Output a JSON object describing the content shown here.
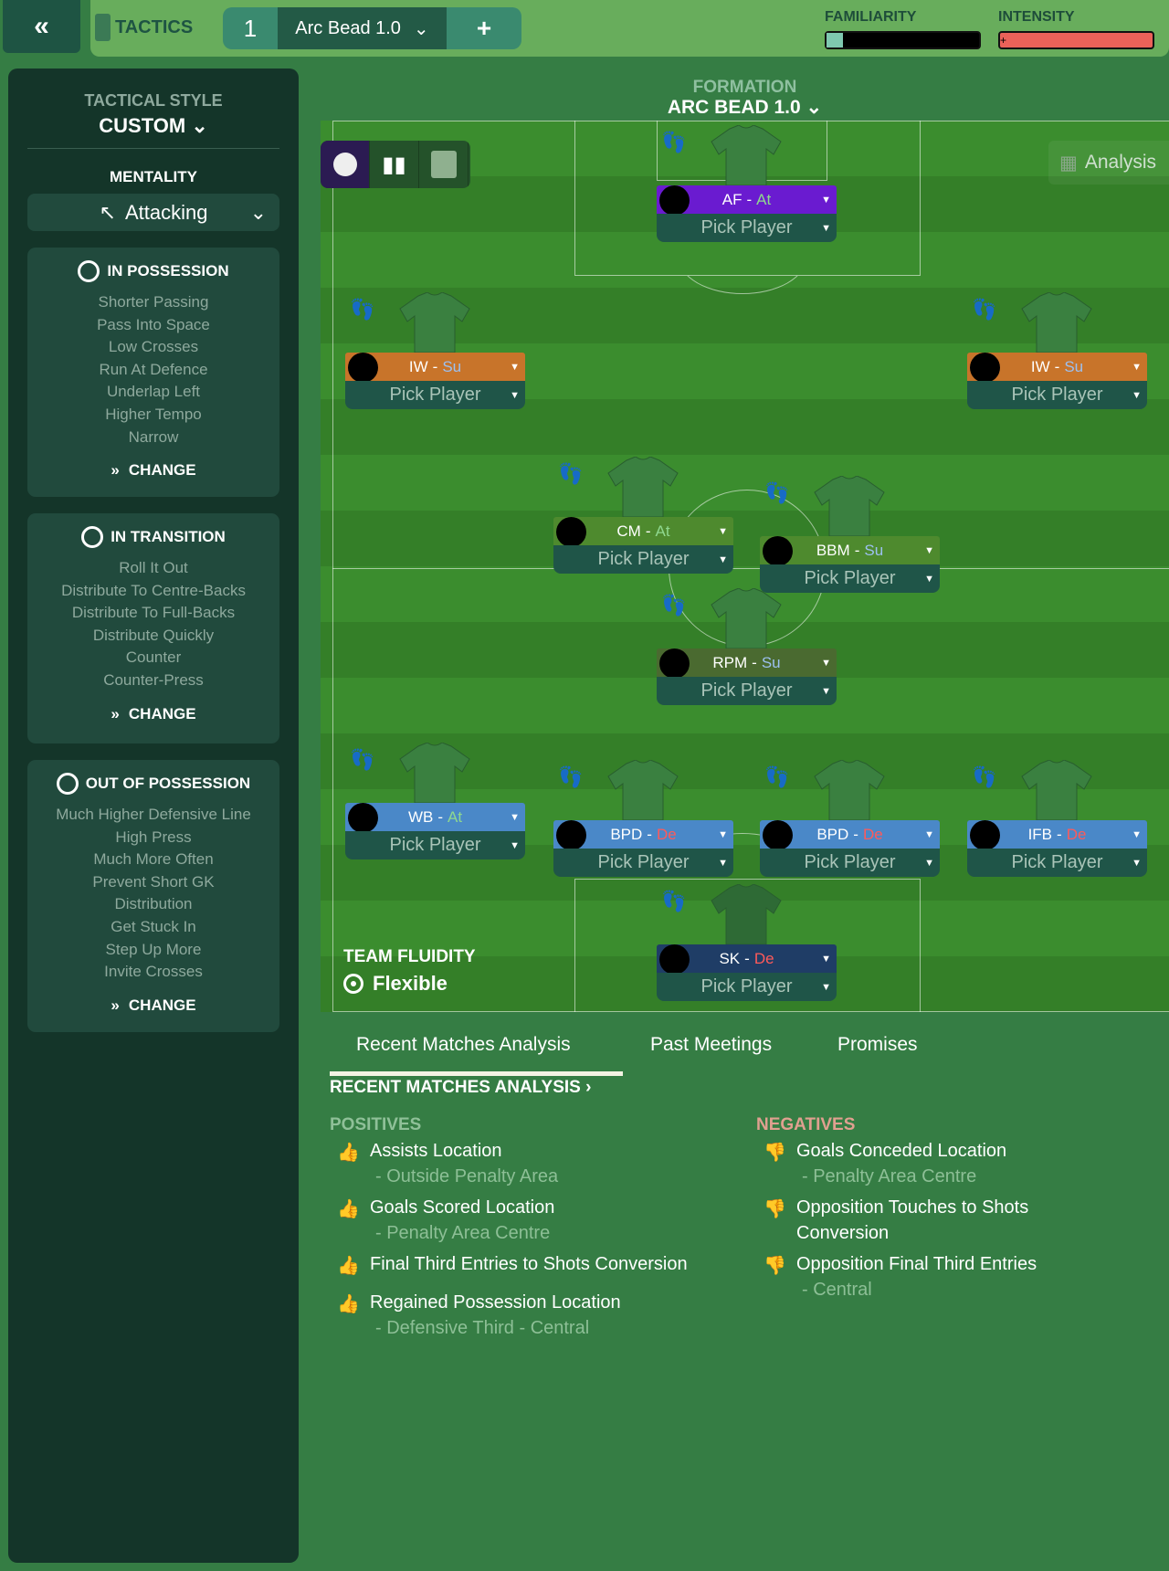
{
  "topbar": {
    "back_icon": "double-chevron-left-icon",
    "tactics_label": "TACTICS",
    "tactic_slot": "1",
    "tactic_name": "Arc Bead 1.0",
    "add_label": "+",
    "familiarity_label": "FAMILIARITY",
    "intensity_label": "INTENSITY",
    "familiarity_fraction": 0.05,
    "intensity_fraction": 0.95
  },
  "sidebar": {
    "style_label": "TACTICAL STYLE",
    "style_value": "CUSTOM",
    "mentality_label": "MENTALITY",
    "mentality_value": "Attacking",
    "sections": [
      {
        "title": "IN POSSESSION",
        "items": [
          "Shorter Passing",
          "Pass Into Space",
          "Low Crosses",
          "Run At Defence",
          "Underlap Left",
          "Higher Tempo",
          "Narrow"
        ],
        "change": "CHANGE"
      },
      {
        "title": "IN TRANSITION",
        "items": [
          "Roll It Out",
          "Distribute To Centre-Backs",
          "Distribute To Full-Backs",
          "Distribute Quickly",
          "Counter",
          "Counter-Press"
        ],
        "change": "CHANGE"
      },
      {
        "title": "OUT OF POSSESSION",
        "items": [
          "Much Higher Defensive Line",
          "High Press",
          "Much More Often",
          "Prevent Short GK",
          "Distribution",
          "Get Stuck In",
          "Step Up More",
          "Invite Crosses"
        ],
        "change": "CHANGE"
      }
    ]
  },
  "formation": {
    "label": "FORMATION",
    "name": "ARC BEAD 1.0",
    "analysis": "Analysis",
    "fluidity_label": "TEAM FLUIDITY",
    "fluidity_value": "Flexible"
  },
  "players": [
    {
      "role": "AF",
      "duty": "At",
      "pick": "Pick Player",
      "color": "#6a1bd0",
      "duty_color": "#8fd88f"
    },
    {
      "role": "IW",
      "duty": "Su",
      "pick": "Pick Player",
      "color": "#c8742a",
      "duty_color": "#9cc0f0"
    },
    {
      "role": "IW",
      "duty": "Su",
      "pick": "Pick Player",
      "color": "#c8742a",
      "duty_color": "#9cc0f0"
    },
    {
      "role": "CM",
      "duty": "At",
      "pick": "Pick Player",
      "color": "#4e8a2e",
      "duty_color": "#8fd88f"
    },
    {
      "role": "BBM",
      "duty": "Su",
      "pick": "Pick Player",
      "color": "#4e8a2e",
      "duty_color": "#9cc0f0"
    },
    {
      "role": "RPM",
      "duty": "Su",
      "pick": "Pick Player",
      "color": "#4a6a30",
      "duty_color": "#9cc0f0"
    },
    {
      "role": "WB",
      "duty": "At",
      "pick": "Pick Player",
      "color": "#4a88c8",
      "duty_color": "#8fd88f"
    },
    {
      "role": "BPD",
      "duty": "De",
      "pick": "Pick Player",
      "color": "#4a88c8",
      "duty_color": "#ff5a5a"
    },
    {
      "role": "BPD",
      "duty": "De",
      "pick": "Pick Player",
      "color": "#4a88c8",
      "duty_color": "#ff5a5a"
    },
    {
      "role": "IFB",
      "duty": "De",
      "pick": "Pick Player",
      "color": "#4a88c8",
      "duty_color": "#ff5a5a"
    },
    {
      "role": "SK",
      "duty": "De",
      "pick": "Pick Player",
      "color": "#1f3d66",
      "duty_color": "#ff5a5a"
    }
  ],
  "tabs": [
    "Recent Matches Analysis",
    "Past Meetings",
    "Promises"
  ],
  "analysis": {
    "heading": "RECENT MATCHES ANALYSIS ›",
    "positives_label": "POSITIVES",
    "negatives_label": "NEGATIVES",
    "positives": [
      {
        "title": "Assists Location",
        "sub": "- Outside Penalty Area",
        "color": "#5cb85c"
      },
      {
        "title": "Goals Scored Location",
        "sub": "- Penalty Area Centre",
        "color": "#5cb85c"
      },
      {
        "title": "Final Third Entries to Shots Conversion",
        "sub": "",
        "color": "#6cc040"
      },
      {
        "title": "Regained Possession Location",
        "sub": "- Defensive Third - Central",
        "color": "#9cb840"
      }
    ],
    "negatives": [
      {
        "title": "Goals Conceded Location",
        "sub": "- Penalty Area Centre",
        "color": "#b82020"
      },
      {
        "title": "Opposition Touches to Shots Conversion",
        "sub": "",
        "color": "#d85a28"
      },
      {
        "title": "Opposition Final Third Entries",
        "sub": "- Central",
        "color": "#d85a28"
      }
    ]
  }
}
